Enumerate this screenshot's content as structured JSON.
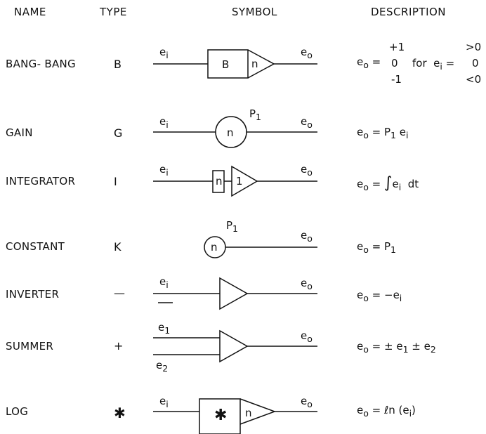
{
  "headers": {
    "name": "NAME",
    "type": "TYPE",
    "symbol": "SYMBOL",
    "description": "DESCRIPTION"
  },
  "rows": [
    {
      "name": "BANG- BANG",
      "type": "B",
      "symbol": {
        "input": "ei",
        "output": "eo",
        "box": "B",
        "tri": "n"
      },
      "desc": {
        "lhs": "eo =",
        "vals": [
          "+1",
          "0",
          "-1"
        ],
        "mid": "for ei =",
        "conds": [
          ">0",
          "0",
          "<0"
        ]
      }
    },
    {
      "name": "GAIN",
      "type": "G",
      "symbol": {
        "input": "ei",
        "output": "eo",
        "circle": "n",
        "param": "P1"
      },
      "desc": {
        "text": "eo = P1 ei"
      }
    },
    {
      "name": "INTEGRATOR",
      "type": "I",
      "symbol": {
        "input": "ei",
        "output": "eo",
        "box": "n",
        "tri": "1"
      },
      "desc": {
        "text": "eo = ∫ei dt"
      }
    },
    {
      "name": "CONSTANT",
      "type": "K",
      "symbol": {
        "output": "eo",
        "circle": "n",
        "param": "P1"
      },
      "desc": {
        "text": "eo = P1"
      }
    },
    {
      "name": "INVERTER",
      "type": "—",
      "symbol": {
        "input": "ei",
        "output": "eo"
      },
      "desc": {
        "text": "eo = −ei"
      }
    },
    {
      "name": "SUMMER",
      "type": "+",
      "symbol": {
        "input1": "e1",
        "input2": "e2",
        "output": "eo"
      },
      "desc": {
        "text": "eo = ± e1 ± e2"
      }
    },
    {
      "name": "LOG",
      "type": "✱",
      "symbol": {
        "input": "ei",
        "output": "eo",
        "box": "✱",
        "tri": "n"
      },
      "desc": {
        "text": "eo = ℓn (ei)"
      }
    }
  ]
}
